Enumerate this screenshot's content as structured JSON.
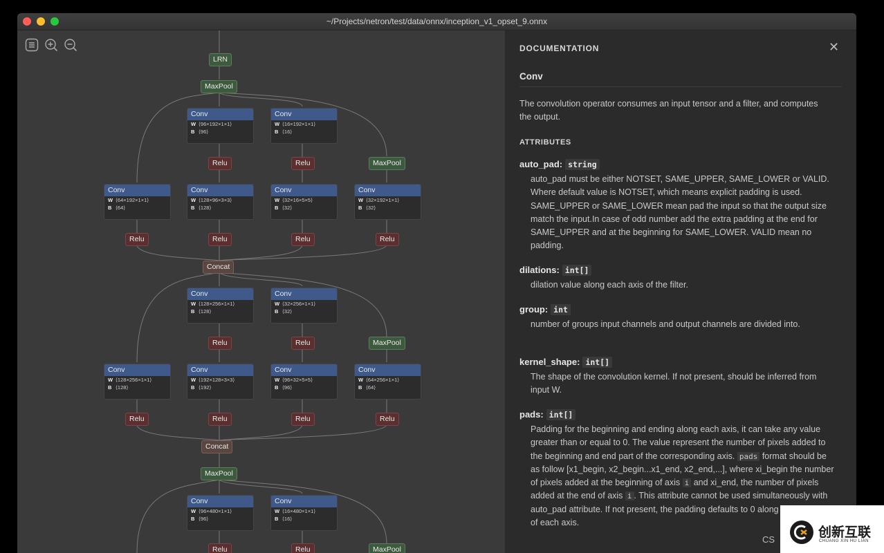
{
  "window": {
    "title": "~/Projects/netron/test/data/onnx/inception_v1_opset_9.onnx"
  },
  "toolbar": {
    "icons": [
      "menu-icon",
      "zoom-in-icon",
      "zoom-out-icon"
    ]
  },
  "graph": {
    "nodes": {
      "lrn": "LRN",
      "maxpool": "MaxPool",
      "relu": "Relu",
      "concat": "Concat",
      "conv": "Conv",
      "w": "W",
      "b": "B"
    },
    "convs": [
      {
        "w": "⟨96×192×1×1⟩",
        "b": "⟨96⟩"
      },
      {
        "w": "⟨16×192×1×1⟩",
        "b": "⟨16⟩"
      },
      {
        "w": "⟨64×192×1×1⟩",
        "b": "⟨64⟩"
      },
      {
        "w": "⟨128×96×3×3⟩",
        "b": "⟨128⟩"
      },
      {
        "w": "⟨32×16×5×5⟩",
        "b": "⟨32⟩"
      },
      {
        "w": "⟨32×192×1×1⟩",
        "b": "⟨32⟩"
      },
      {
        "w": "⟨128×256×1×1⟩",
        "b": "⟨128⟩"
      },
      {
        "w": "⟨32×256×1×1⟩",
        "b": "⟨32⟩"
      },
      {
        "w": "⟨128×256×1×1⟩",
        "b": "⟨128⟩"
      },
      {
        "w": "⟨192×128×3×3⟩",
        "b": "⟨192⟩"
      },
      {
        "w": "⟨96×32×5×5⟩",
        "b": "⟨96⟩"
      },
      {
        "w": "⟨64×256×1×1⟩",
        "b": "⟨64⟩"
      },
      {
        "w": "⟨96×480×1×1⟩",
        "b": "⟨96⟩"
      },
      {
        "w": "⟨16×480×1×1⟩",
        "b": "⟨16⟩"
      }
    ]
  },
  "documentation": {
    "heading": "DOCUMENTATION",
    "op": "Conv",
    "description": "The convolution operator consumes an input tensor and a filter, and computes the output.",
    "attributes_heading": "ATTRIBUTES",
    "attributes": [
      {
        "name": "auto_pad:",
        "type": "string",
        "desc": "auto_pad must be either NOTSET, SAME_UPPER, SAME_LOWER or VALID. Where default value is NOTSET, which means explicit padding is used. SAME_UPPER or SAME_LOWER mean pad the input so that the output size match the input.In case of odd number add the extra padding at the end for SAME_UPPER and at the beginning for SAME_LOWER. VALID mean no padding."
      },
      {
        "name": "dilations:",
        "type": "int[]",
        "desc": "dilation value along each axis of the filter."
      },
      {
        "name": "group:",
        "type": "int",
        "desc": "number of groups input channels and output channels are divided into."
      },
      {
        "name": "kernel_shape:",
        "type": "int[]",
        "desc": "The shape of the convolution kernel. If not present, should be inferred from input W."
      },
      {
        "name": "pads:",
        "type": "int[]",
        "desc_a": "Padding for the beginning and ending along each axis, it can take any value greater than or equal to 0. The value represent the number of pixels added to the beginning and end part of the corresponding axis.",
        "code_a": "pads",
        "desc_b": "format should be as follow [x1_begin, x2_begin...x1_end, x2_end,...], where xi_begin the number of pixels added at the beginning of axis",
        "code_b": "i",
        "desc_c": "and xi_end, the number of pixels added at the end of axis",
        "code_c": "i",
        "desc_d": ". This attribute cannot be used simultaneously with auto_pad attribute. If not present, the padding defaults to 0 along start and end of each axis."
      }
    ]
  },
  "watermark": {
    "prefix": "CS",
    "brand": "创新互联",
    "sub": "CHUANG XIN HU LIAN"
  }
}
